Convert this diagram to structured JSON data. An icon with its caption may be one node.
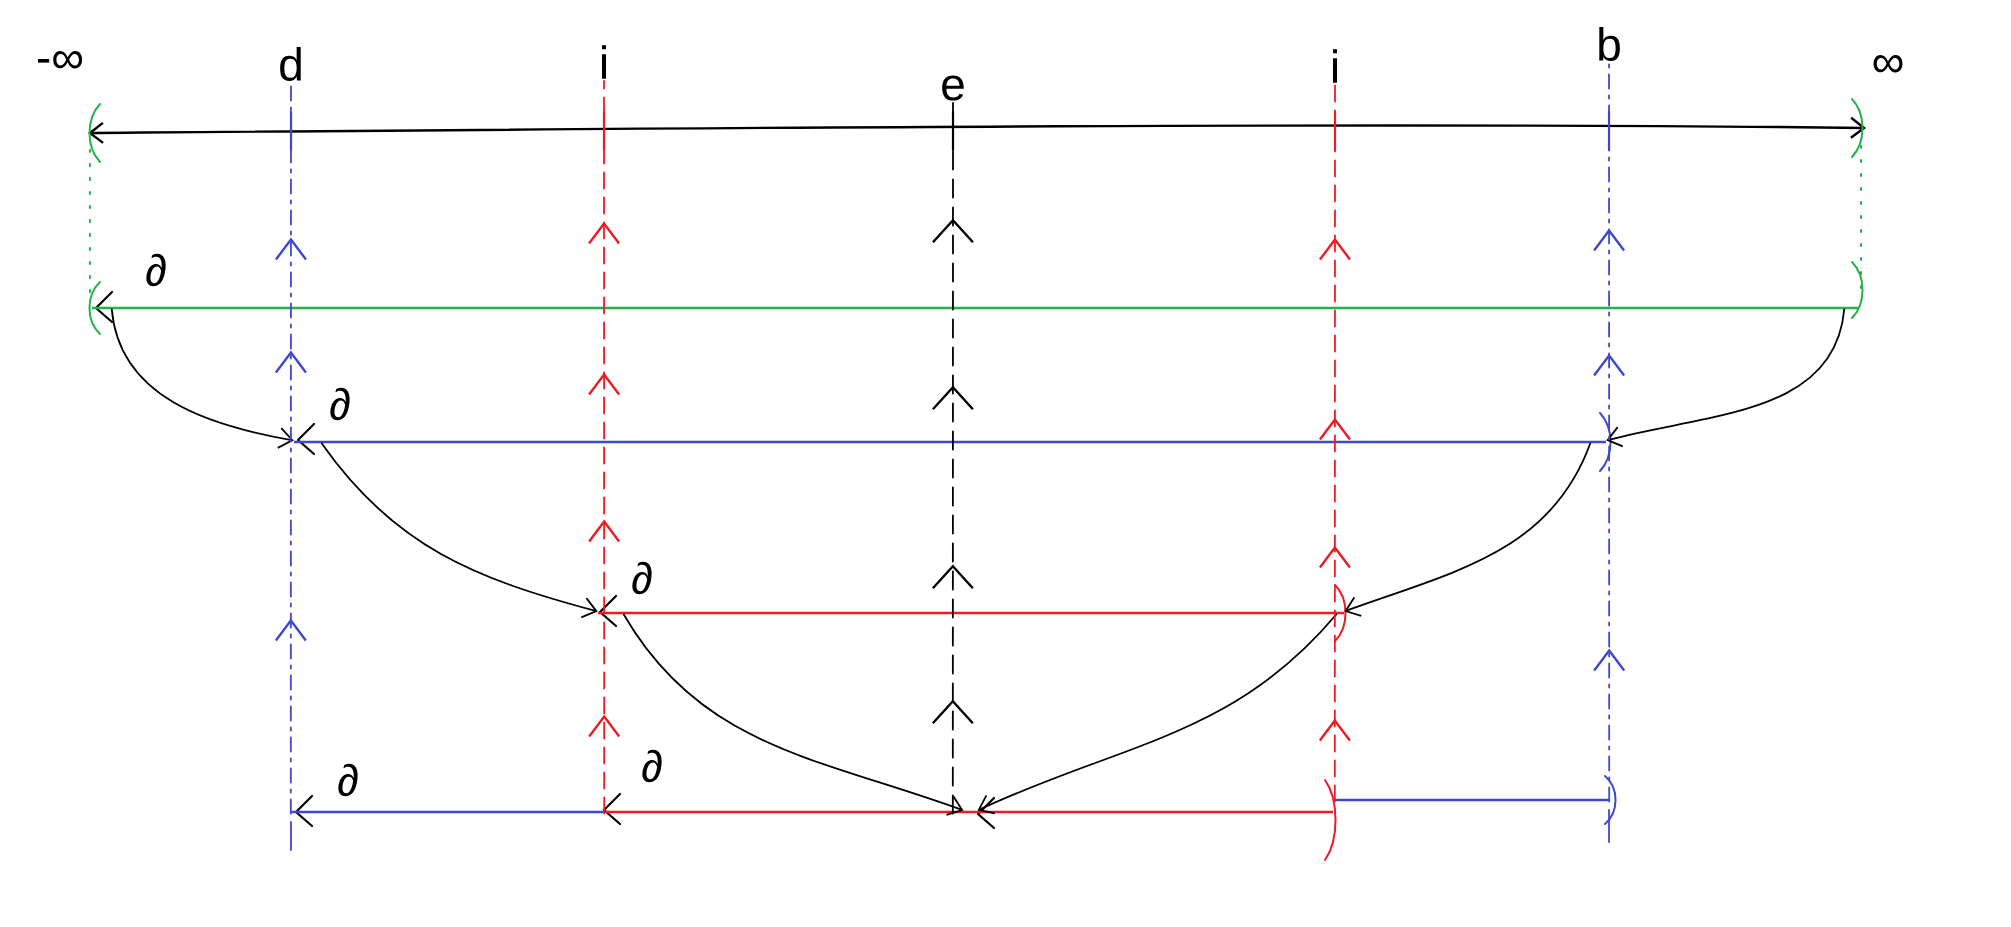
{
  "diagram": {
    "nodes": [
      {
        "text": [
          "d"
        ]
      },
      {
        "text": [
          "i"
        ]
      },
      {
        "text": [
          "e"
        ]
      },
      {
        "text": [
          "i"
        ]
      },
      {
        "text": [
          "b"
        ]
      },
      {
        "text": [],
        "shape": "bar",
        "beside": [
          "∂"
        ]
      },
      {
        "text": [],
        "shape": "bar",
        "beside": [
          "∂"
        ]
      },
      {
        "text": [],
        "shape": "bar",
        "beside": [
          "∂"
        ]
      },
      {
        "text": [],
        "shape": "bar",
        "beside": [
          "∂"
        ]
      },
      {
        "text": [],
        "shape": "bar",
        "beside": [
          "∂"
        ]
      },
      {
        "text": [],
        "shape": "bar"
      }
    ],
    "edges": [
      {
        "from": 5,
        "to": 6,
        "arrow": "to"
      },
      {
        "from": 5,
        "to": 6,
        "arrow": "to"
      },
      {
        "from": 6,
        "to": 7,
        "arrow": "to"
      },
      {
        "from": 6,
        "to": 7,
        "arrow": "to"
      },
      {
        "from": 7,
        "to": 9,
        "arrow": "to"
      },
      {
        "from": 7,
        "to": 9,
        "arrow": "to"
      },
      {
        "from": 8,
        "to": 0,
        "arrow": "to",
        "style": "dashed",
        "color": "#3f48cc"
      },
      {
        "from": 8,
        "to": 1,
        "arrow": "to",
        "style": "dashed",
        "color": "#ed1c24"
      },
      {
        "from": 9,
        "to": 2,
        "arrow": "to",
        "style": "dashed"
      },
      {
        "from": 10,
        "to": 3,
        "arrow": "to",
        "style": "dashed",
        "color": "#ed1c24"
      },
      {
        "from": 10,
        "to": 4,
        "arrow": "to",
        "style": "dashed",
        "color": "#3f48cc"
      }
    ],
    "labels": [
      "-∞",
      "∞"
    ]
  }
}
